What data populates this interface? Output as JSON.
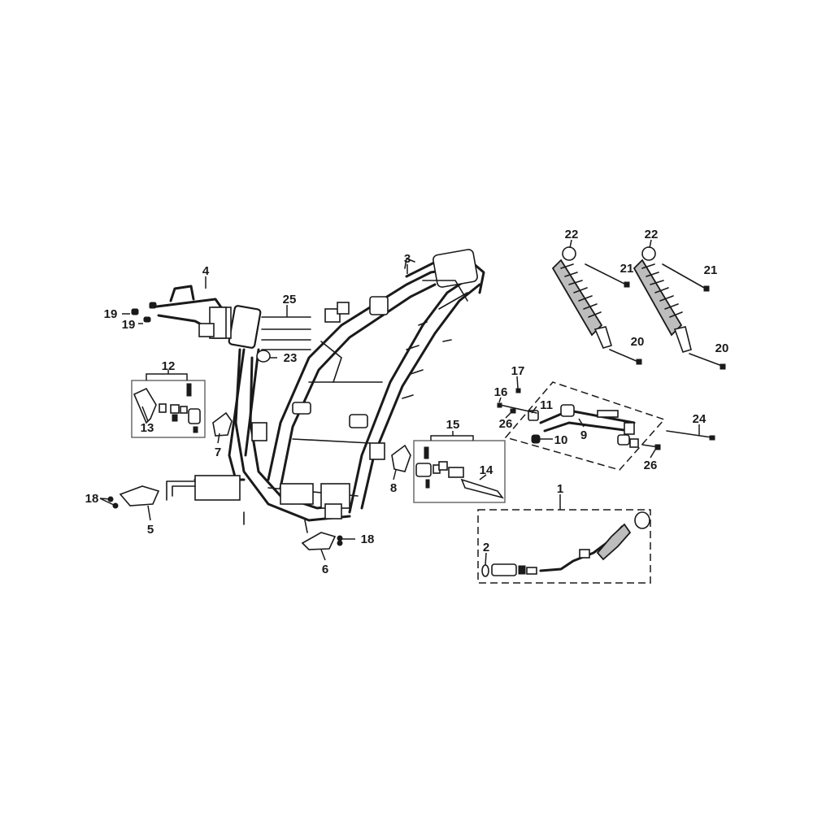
{
  "callouts": {
    "c1": "1",
    "c2": "2",
    "c3": "3",
    "c4": "4",
    "c5": "5",
    "c6": "6",
    "c7": "7",
    "c8": "8",
    "c9": "9",
    "c10": "10",
    "c11": "11",
    "c12": "12",
    "c13": "13",
    "c14": "14",
    "c15": "15",
    "c16": "16",
    "c17": "17",
    "c18a": "18",
    "c18b": "18",
    "c19a": "19",
    "c19b": "19",
    "c20a": "20",
    "c20b": "20",
    "c21a": "21",
    "c21b": "21",
    "c22a": "22",
    "c22b": "22",
    "c23": "23",
    "c24": "24",
    "c25": "25",
    "c26a": "26",
    "c26b": "26"
  }
}
